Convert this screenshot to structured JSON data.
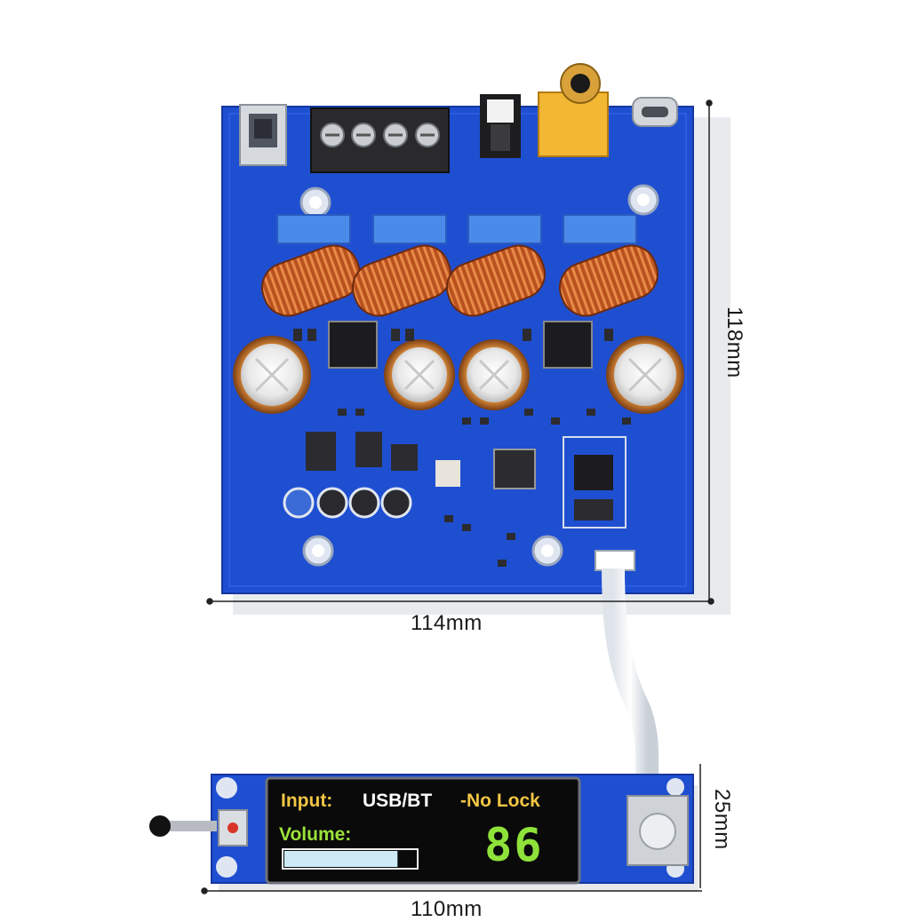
{
  "dimensions": {
    "board_width": "114mm",
    "board_height": "118mm",
    "panel_height": "25mm",
    "panel_width": "110mm"
  },
  "display": {
    "input_label": "Input:",
    "input_value": "USB/BT",
    "lock_status": "-No Lock",
    "volume_label": "Volume:",
    "volume_value": "86",
    "volume_level_pct": 86
  },
  "colors": {
    "pcb": "#1f4fd1",
    "pcb_dark": "#1740b0",
    "copper": "#c0602a",
    "oled_bg": "#0a0a0a",
    "oled_yellow": "#f2c644",
    "oled_green": "#8ee23a"
  },
  "icons": [
    "usb-b-port",
    "screw-terminal",
    "optical-input",
    "coax-input",
    "usb-c-port",
    "toroid-inductor",
    "capacitor",
    "ic-chip",
    "bluetooth-module",
    "ribbon-cable",
    "toggle-switch",
    "rotary-encoder"
  ]
}
